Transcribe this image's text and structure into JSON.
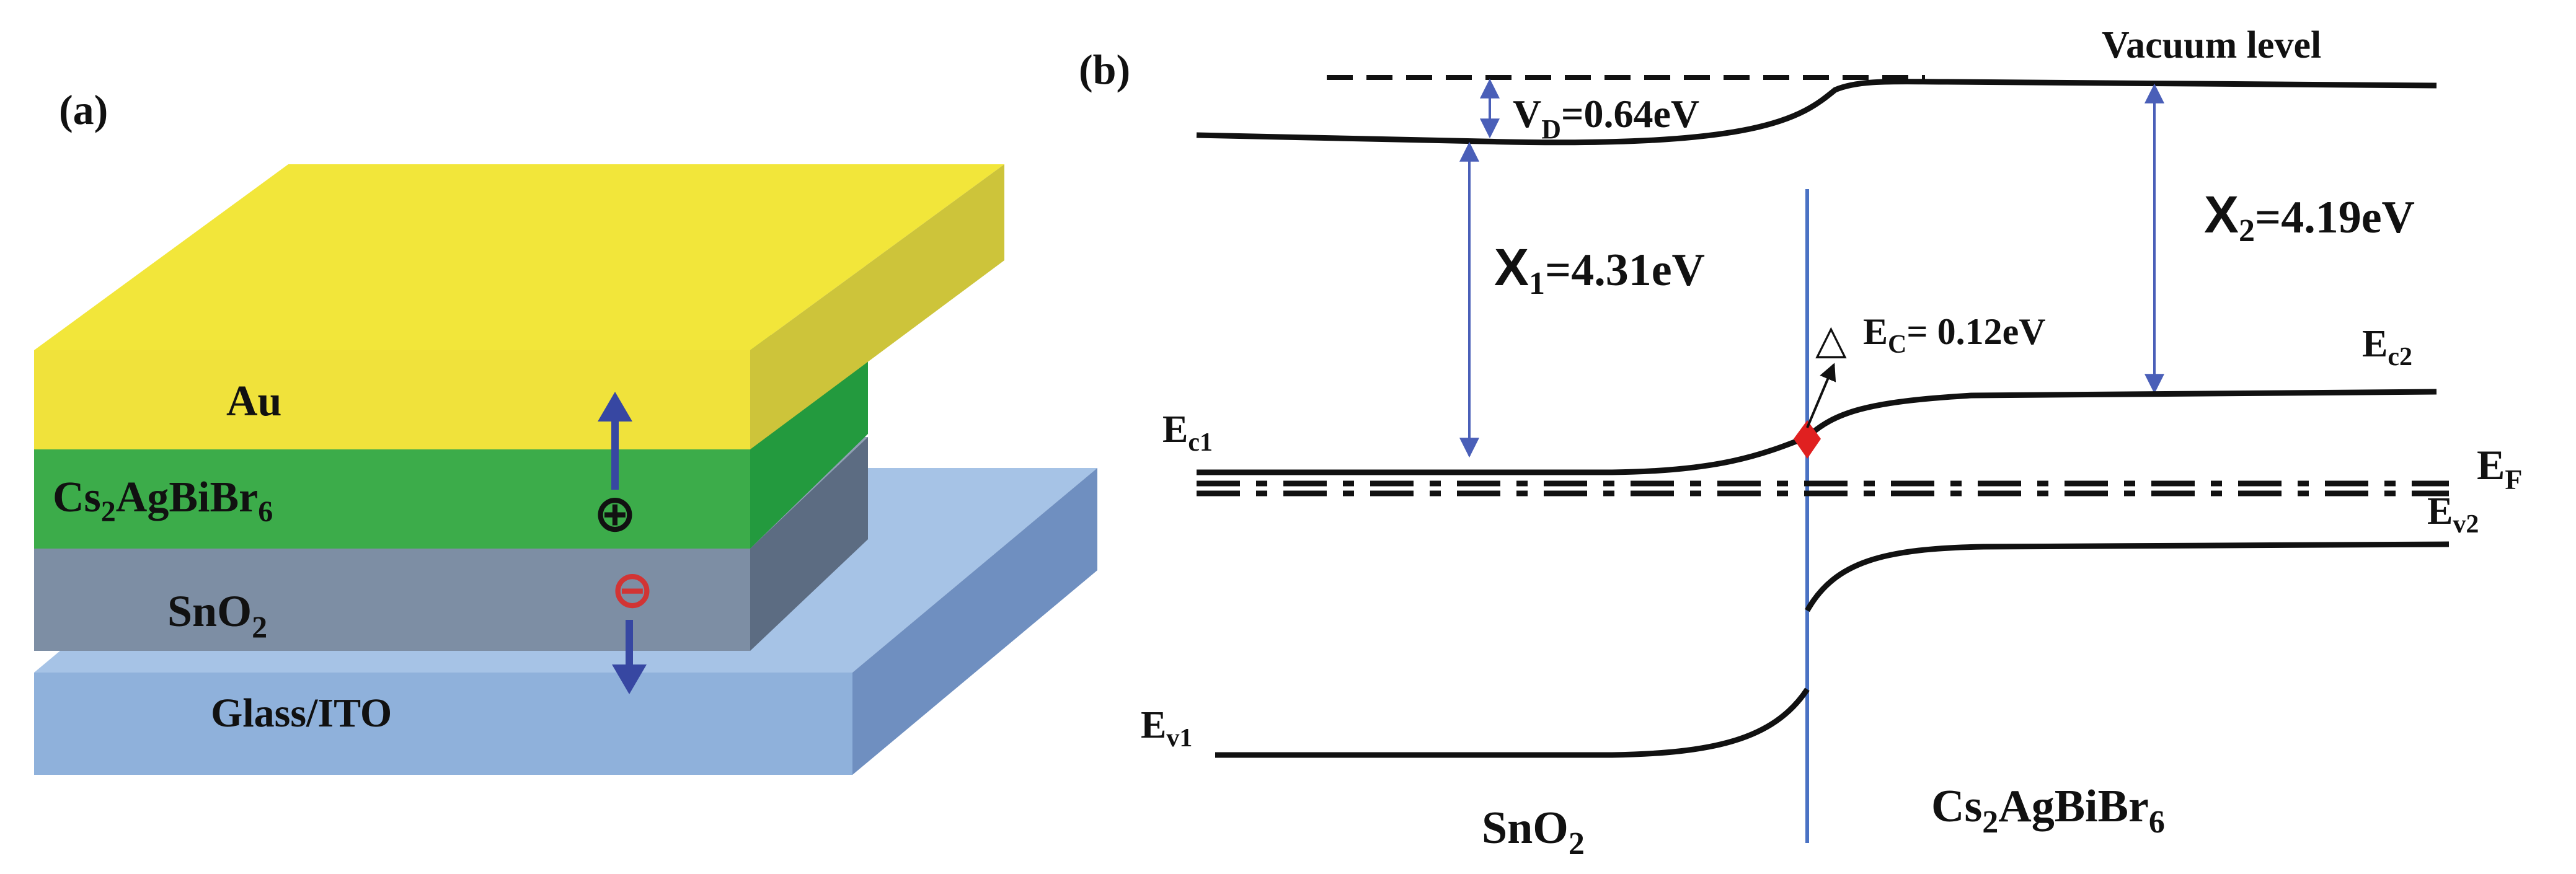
{
  "panel_a": {
    "label": "(a)",
    "layers": {
      "au": "Au",
      "cs_main": "Cs",
      "cs_sub1": "2",
      "cs_mid": "AgBiBr",
      "cs_sub2": "6",
      "sno_main": "SnO",
      "sno_sub": "2",
      "glass": "Glass/ITO"
    },
    "plus_symbol": "⊕",
    "minus_symbol": "⊖",
    "colors": {
      "au": "#f2e63a",
      "cs": "#3cac4a",
      "sno2": "#7d8ea4",
      "glass": "#8fb1db",
      "arrow": "#3747a2",
      "minus": "#d23434"
    }
  },
  "panel_b": {
    "label": "(b)",
    "vacuum_level": "Vacuum level",
    "vd_main": "V",
    "vd_sub": "D",
    "vd_value": "=0.64eV",
    "x1_main": "X",
    "x1_sub": "1",
    "x1_value": "=4.31eV",
    "x2_main": "X",
    "x2_sub": "2",
    "x2_value": "=4.19eV",
    "delta_symbol": "△",
    "dec_main": "E",
    "dec_sub": "C",
    "dec_value": "= 0.12eV",
    "ec1_main": "E",
    "ec1_sub": "c1",
    "ec2_main": "E",
    "ec2_sub": "c2",
    "ef_main": "E",
    "ef_sub": "F",
    "ev1_main": "E",
    "ev1_sub": "v1",
    "ev2_main": "E",
    "ev2_sub": "v2",
    "left_main": "SnO",
    "left_sub": "2",
    "right_main1": "Cs",
    "right_sub1": "2",
    "right_main2": "AgBiBr",
    "right_sub2": "6",
    "colors": {
      "band": "#111111",
      "interface": "#4a72c4",
      "arrows": "#4a5fb8",
      "marker": "#e02020"
    }
  }
}
